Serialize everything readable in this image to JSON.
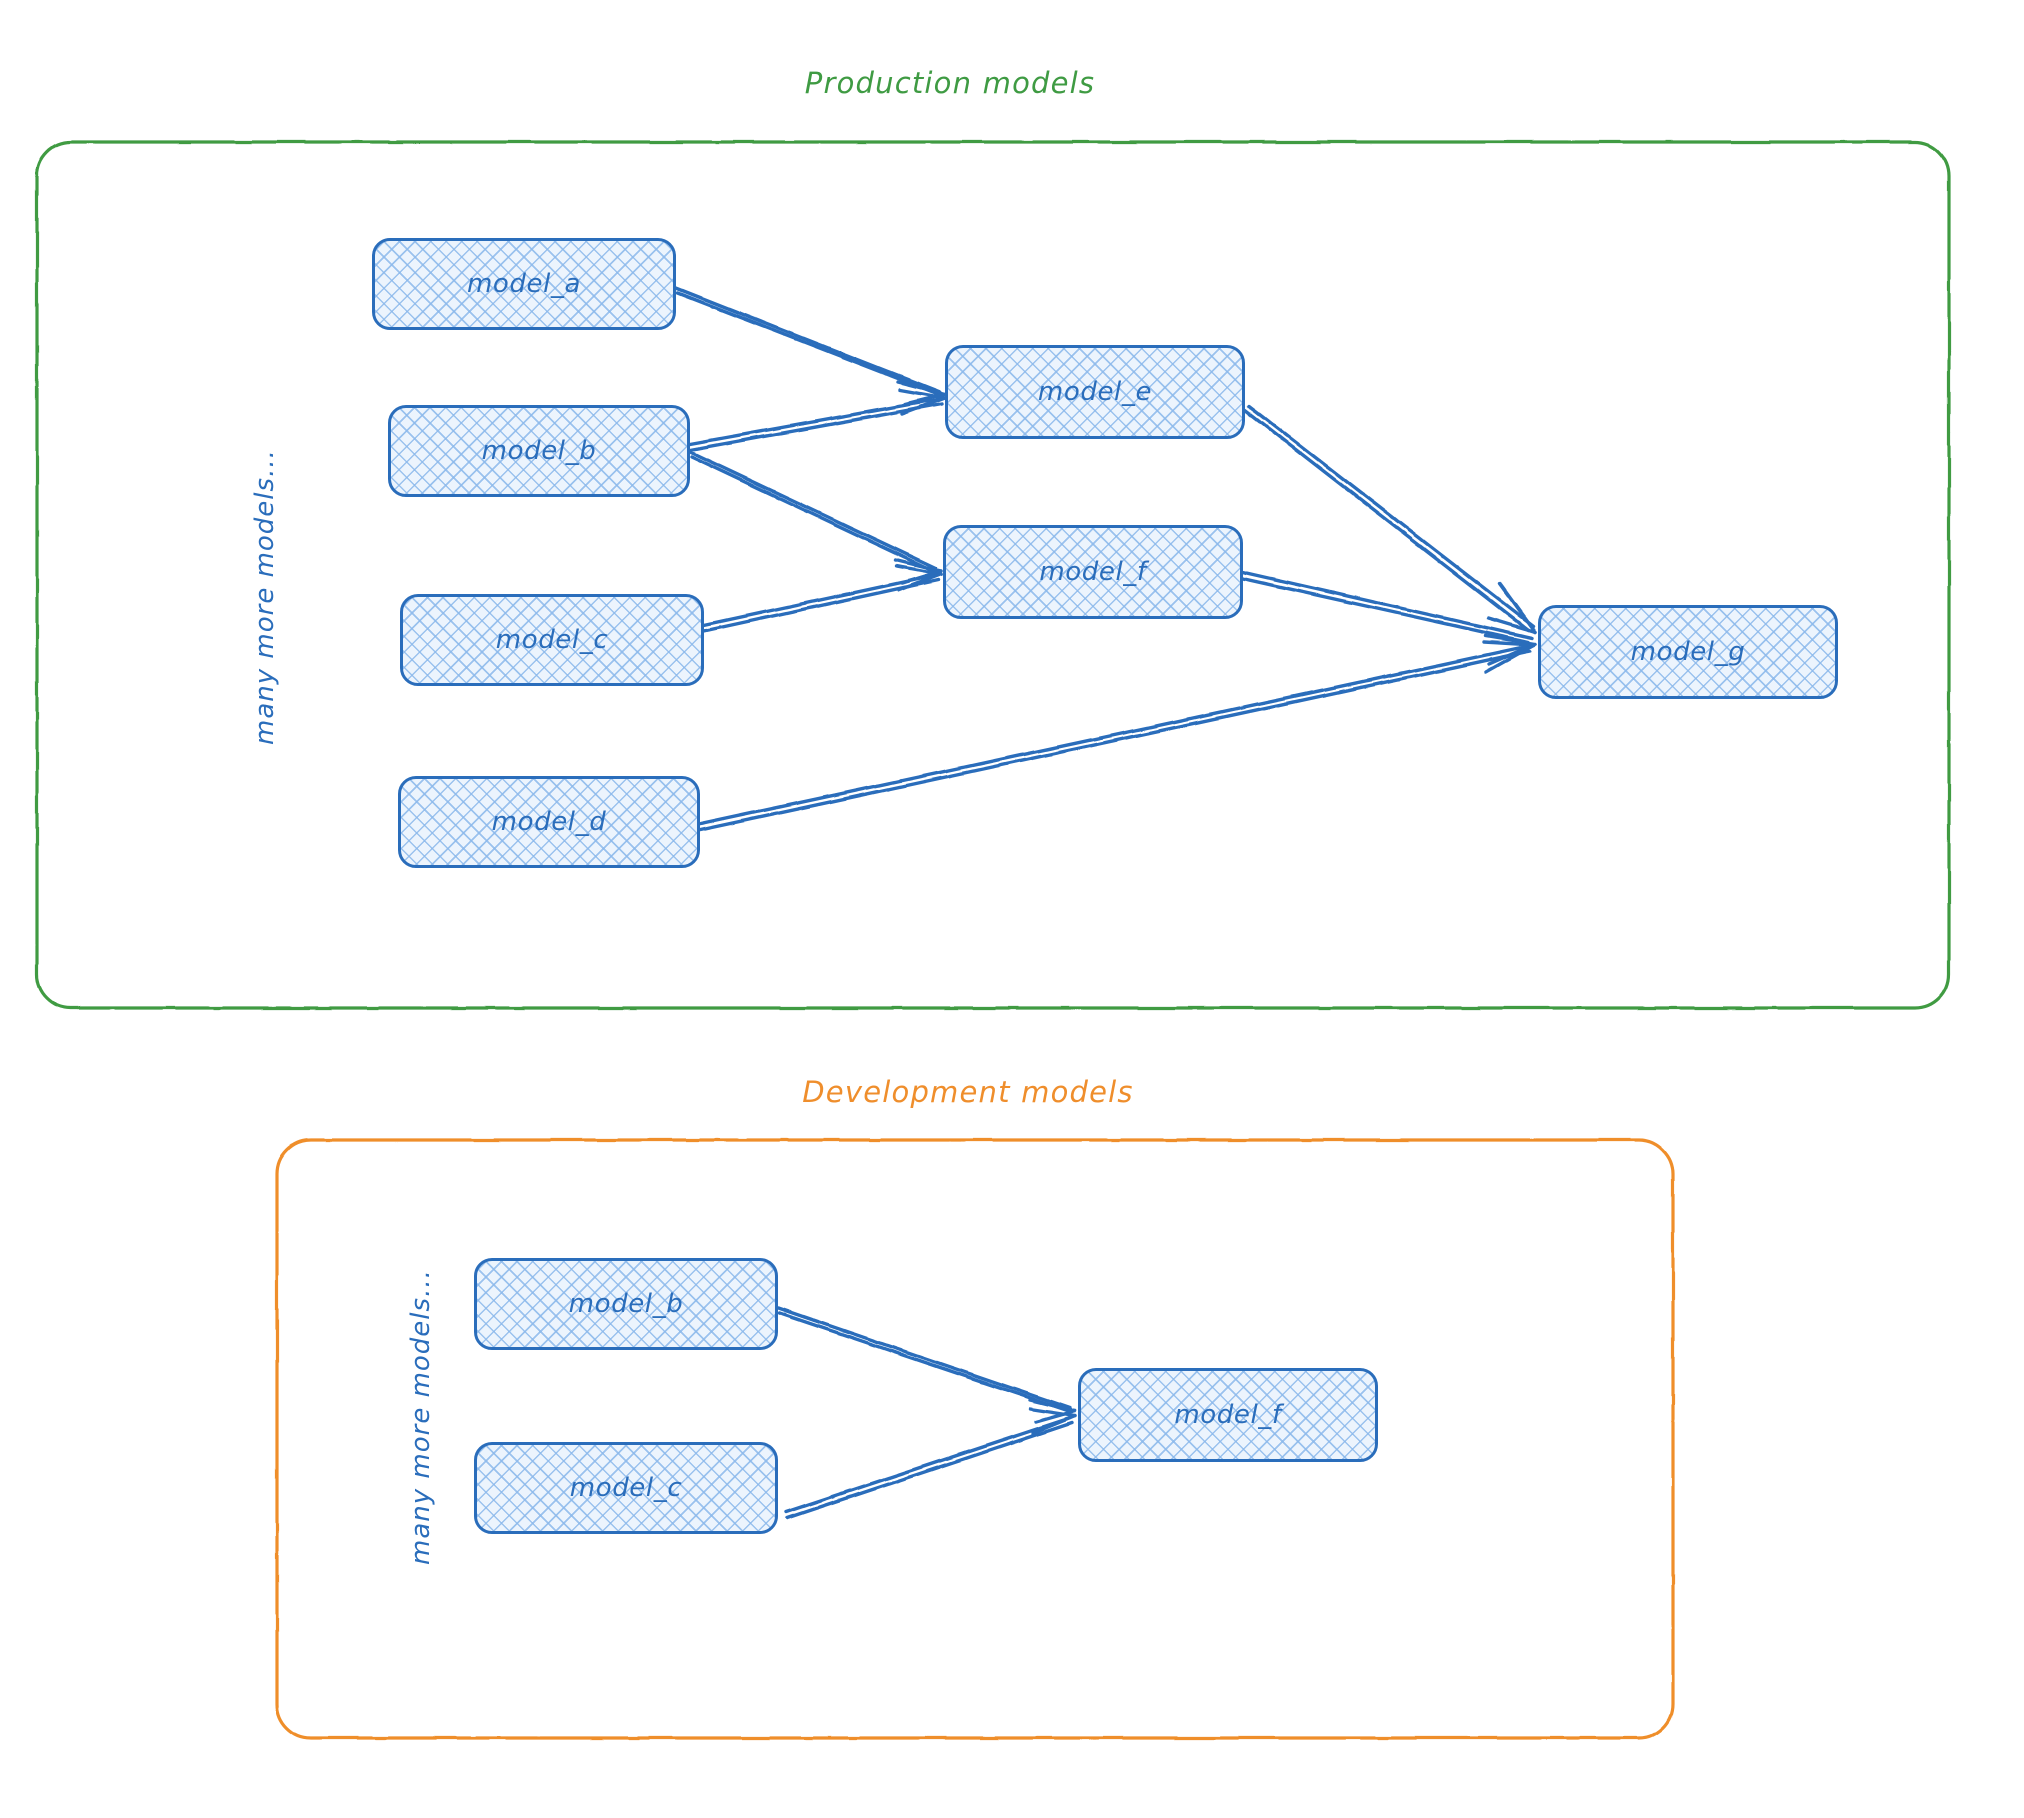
{
  "diagram": {
    "type": "model-lineage-dag",
    "background": "#ffffff",
    "colors": {
      "production_border": "#3f9b43",
      "development_border": "#ef8e2c",
      "node_border": "#2a6dbb",
      "node_fill": "#ecf4fd",
      "node_hatch": "#8cb9eb",
      "edge": "#2a6dbb",
      "text_blue": "#2a6dbb"
    }
  },
  "groups": [
    {
      "id": "production",
      "title": "Production models",
      "title_color": "#3f9b43",
      "side_note": "many more models...",
      "nodes": [
        {
          "id": "model_a",
          "label": "model_a"
        },
        {
          "id": "model_b",
          "label": "model_b"
        },
        {
          "id": "model_c",
          "label": "model_c"
        },
        {
          "id": "model_d",
          "label": "model_d"
        },
        {
          "id": "model_e",
          "label": "model_e"
        },
        {
          "id": "model_f",
          "label": "model_f"
        },
        {
          "id": "model_g",
          "label": "model_g"
        }
      ],
      "edges": [
        {
          "from": "model_a",
          "to": "model_e"
        },
        {
          "from": "model_b",
          "to": "model_e"
        },
        {
          "from": "model_b",
          "to": "model_f"
        },
        {
          "from": "model_c",
          "to": "model_f"
        },
        {
          "from": "model_e",
          "to": "model_g"
        },
        {
          "from": "model_f",
          "to": "model_g"
        },
        {
          "from": "model_d",
          "to": "model_g"
        }
      ]
    },
    {
      "id": "development",
      "title": "Development models",
      "title_color": "#ef8e2c",
      "side_note": "many more models...",
      "nodes": [
        {
          "id": "dev_model_b",
          "label": "model_b"
        },
        {
          "id": "dev_model_c",
          "label": "model_c"
        },
        {
          "id": "dev_model_f",
          "label": "model_f"
        }
      ],
      "edges": [
        {
          "from": "dev_model_b",
          "to": "dev_model_f"
        },
        {
          "from": "dev_model_c",
          "to": "dev_model_f"
        }
      ]
    }
  ]
}
